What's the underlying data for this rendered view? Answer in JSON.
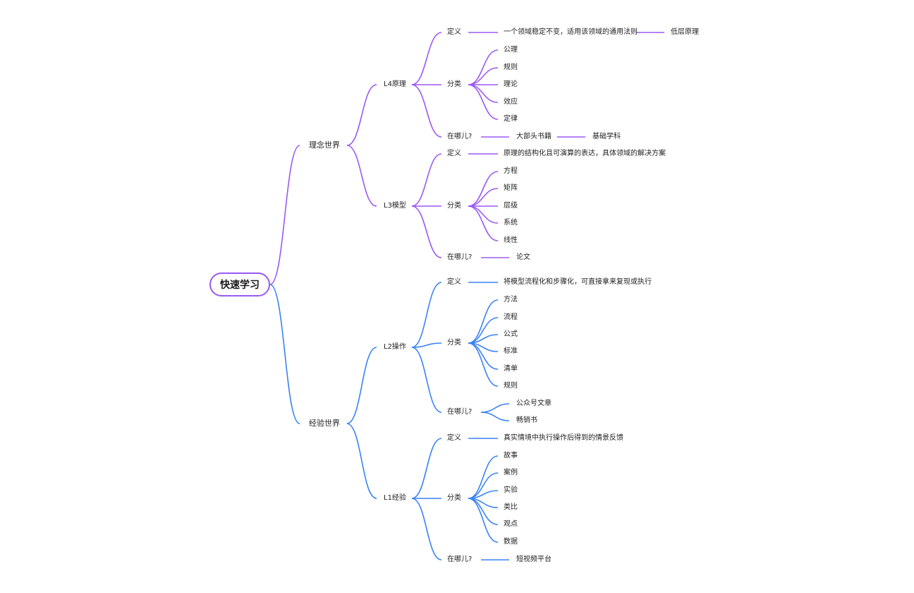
{
  "root": "快速学习",
  "colors": {
    "idea_world": "#9b59f5",
    "experience_world": "#3a82f6",
    "root_border": "#9b59f5"
  },
  "branches": {
    "idea_world": {
      "label": "理念世界",
      "L4": {
        "label": "L4原理",
        "def_label": "定义",
        "def_text": "一个领域稳定不变，适用该领域的通用法则",
        "def_extra": "低层原理",
        "cat_label": "分类",
        "categories": [
          "公理",
          "规则",
          "理论",
          "效应",
          "定律"
        ],
        "where_label": "在哪儿?",
        "where_items": [
          "大部头书籍",
          "基础学科"
        ]
      },
      "L3": {
        "label": "L3模型",
        "def_label": "定义",
        "def_text": "原理的结构化且可演算的表达，具体领域的解决方案",
        "cat_label": "分类",
        "categories": [
          "方程",
          "矩阵",
          "层级",
          "系统",
          "线性"
        ],
        "where_label": "在哪儿?",
        "where_items": [
          "论文"
        ]
      }
    },
    "experience_world": {
      "label": "经验世界",
      "L2": {
        "label": "L2操作",
        "def_label": "定义",
        "def_text": "将模型流程化和步骤化，可直接拿来复现或执行",
        "cat_label": "分类",
        "categories": [
          "方法",
          "流程",
          "公式",
          "标准",
          "清单",
          "规则"
        ],
        "where_label": "在哪儿?",
        "where_items": [
          "公众号文章",
          "畅销书"
        ]
      },
      "L1": {
        "label": "L1经验",
        "def_label": "定义",
        "def_text": "真实情境中执行操作后得到的情景反馈",
        "cat_label": "分类",
        "categories": [
          "故事",
          "案例",
          "实验",
          "类比",
          "观点",
          "数据"
        ],
        "where_label": "在哪儿?",
        "where_items": [
          "短视频平台"
        ]
      }
    }
  }
}
